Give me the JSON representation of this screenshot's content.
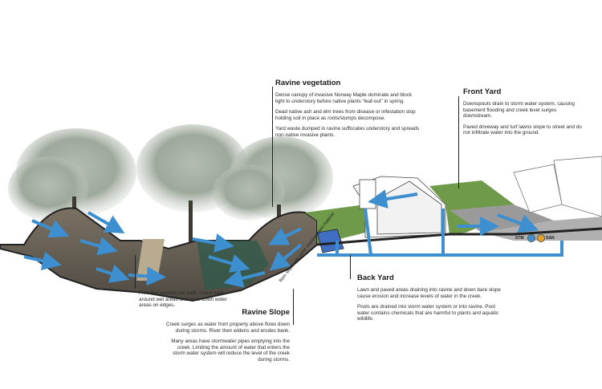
{
  "ravine_vegetation": {
    "title": "Ravine vegetation",
    "p1": "Dense canopy of invasive Norway Maple dominate and block light to understory before native plants “leaf-out” in spring.",
    "p2": "Dead native ash and elm trees from disease or infestation stop holding soil in place as roots/stumps decompose.",
    "p3": "Yard waste dumped in ravine suffocates understory and spreads non-native invasive plants."
  },
  "front_yard": {
    "title": "Front Yard",
    "p1": "Downspouts drain to storm water system, causing basement flooding and creek level surges downstream.",
    "p2": "Paved driveway and turf lawns slope to street and do not infiltrate water into the ground."
  },
  "flooding": {
    "text": "Flooding washes out path. Users walk around wet areas and wear down wider areas on edges."
  },
  "ravine_slope": {
    "title": "Ravine Slope",
    "p1": "Creek surges as water from property above flows down during storms. River then widens and erodes bank.",
    "p2": "Many areas have stormwater pipes emptying into the creek. Limiting the amount of water that enters the storm water system will reduce the level of the creek during storms."
  },
  "back_yard": {
    "title": "Back Yard",
    "p1": "Lawn and paved areas draining into ravine and down bare slope cause erosion and increase levels of water in the creek.",
    "p2": "Pools are drained into storm water system or into ravine. Pool water contains chemicals that are harmful to plants and aquatic wildlife."
  },
  "slope_label": "Bare slope with some invasive plant material",
  "pipes": {
    "storm": "STM",
    "sanitary": "SAN"
  },
  "colors": {
    "water": "#3d8fd0",
    "ground": "#3a3a3a",
    "lawn": "#6f9a4a",
    "pool": "#3f6fc2",
    "sanitary": "#e4a12a"
  }
}
